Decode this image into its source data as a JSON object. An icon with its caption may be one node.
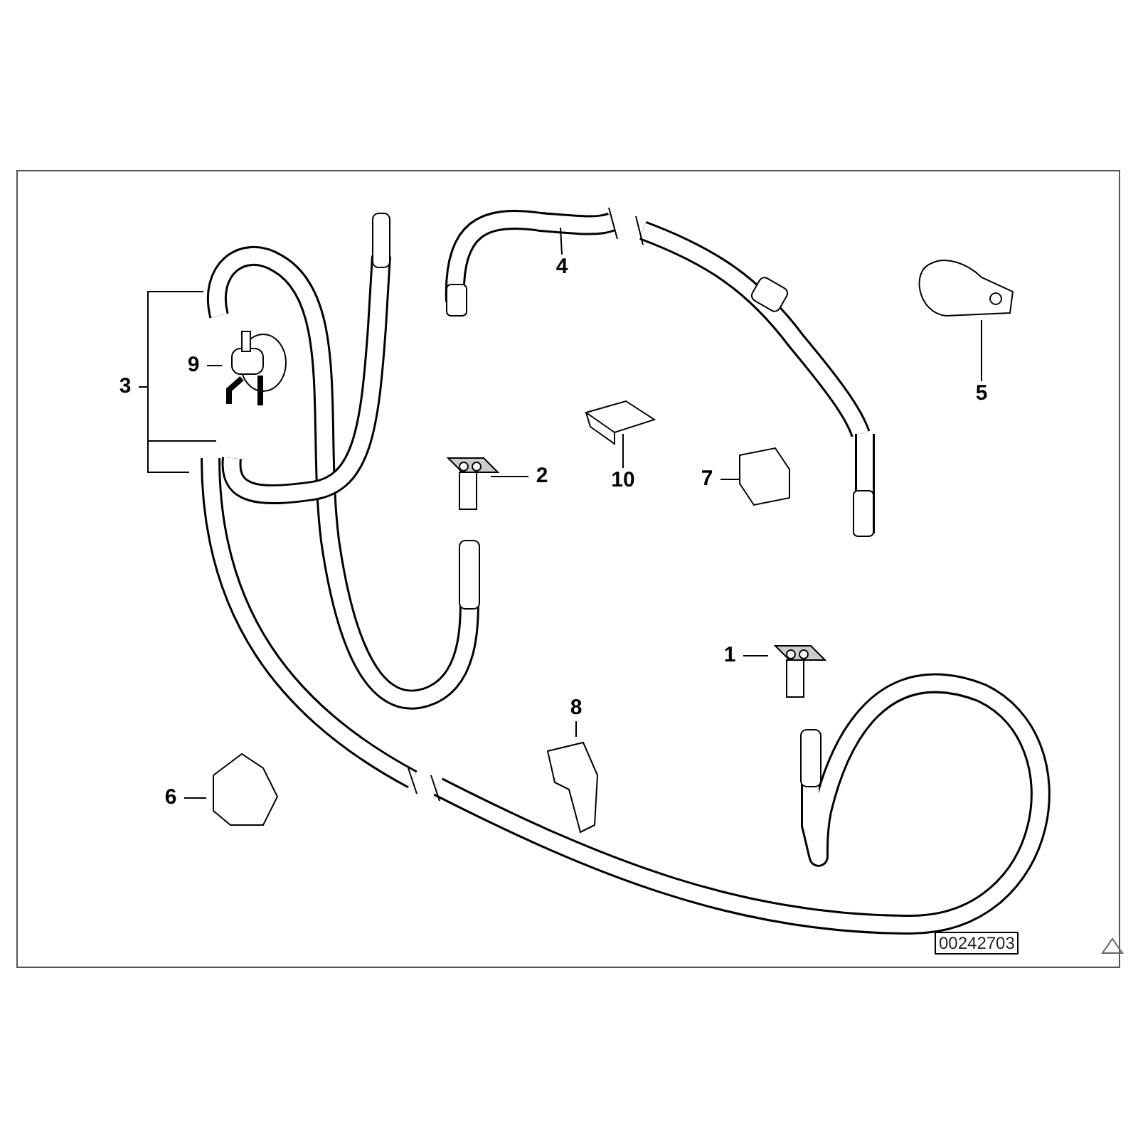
{
  "diagram": {
    "nodes": [
      {
        "text": [
          "4"
        ]
      },
      {
        "text": [
          "9"
        ]
      },
      {
        "text": [
          "3"
        ]
      },
      {
        "text": [
          "5"
        ]
      },
      {
        "text": [
          "2"
        ]
      },
      {
        "text": [
          "10"
        ]
      },
      {
        "text": [
          "7"
        ]
      },
      {
        "text": [
          "1"
        ]
      },
      {
        "text": [
          "8"
        ]
      },
      {
        "text": [
          "6"
        ]
      }
    ],
    "edges": [
      {
        "from": 0,
        "to": null,
        "arrow": "none"
      },
      {
        "from": 1,
        "to": null,
        "arrow": "none"
      },
      {
        "from": 2,
        "to": null,
        "arrow": "none"
      },
      {
        "from": 2,
        "to": null,
        "arrow": "none"
      },
      {
        "from": 2,
        "to": null,
        "arrow": "none"
      },
      {
        "from": 3,
        "to": null,
        "arrow": "none"
      },
      {
        "from": 4,
        "to": null,
        "arrow": "none"
      },
      {
        "from": 5,
        "to": null,
        "arrow": "none"
      },
      {
        "from": 6,
        "to": null,
        "arrow": "none"
      },
      {
        "from": 7,
        "to": null,
        "arrow": "none"
      },
      {
        "from": 8,
        "to": null,
        "arrow": "none"
      },
      {
        "from": 9,
        "to": null,
        "arrow": "none"
      }
    ],
    "labels": [
      "00242703"
    ]
  }
}
